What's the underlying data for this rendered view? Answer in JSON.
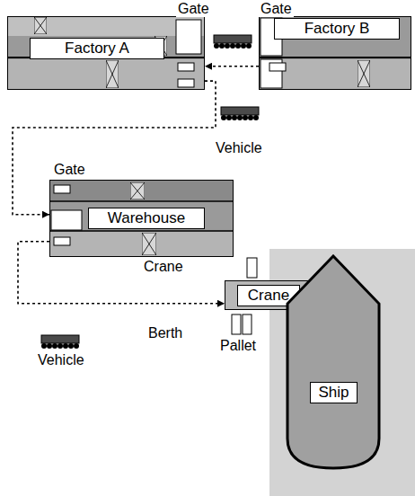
{
  "diagram": {
    "nodes": [
      {
        "text": [
          "Factory A"
        ]
      },
      {
        "text": [
          "Factory B"
        ]
      },
      {
        "text": [
          "Warehouse"
        ]
      },
      {
        "text": [
          "Crane"
        ]
      },
      {
        "text": [
          "Ship"
        ]
      }
    ],
    "edges": [
      {
        "from": 1,
        "to": 0,
        "arrow": "to"
      },
      {
        "from": 0,
        "to": 2,
        "arrow": "to"
      },
      {
        "from": 2,
        "to": 3,
        "arrow": "to"
      }
    ],
    "labels": [
      "Gate",
      "Gate",
      "Vehicle",
      "Gate",
      "Crane",
      "Vehicle",
      "Berth",
      "Pallet"
    ]
  }
}
